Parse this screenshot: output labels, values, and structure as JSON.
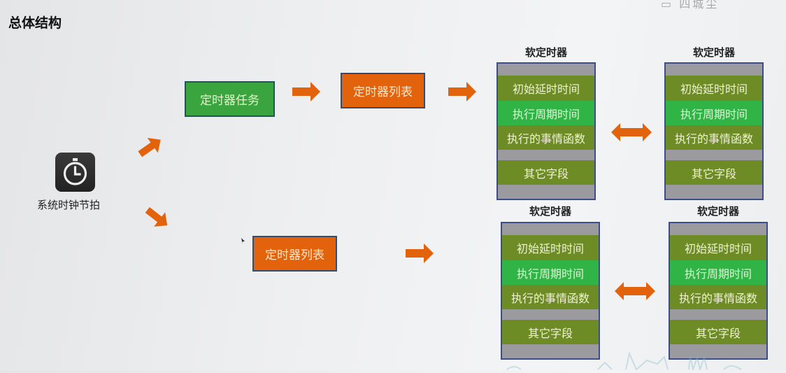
{
  "slide": {
    "title": "总体结构",
    "logo_text": "▭ 四城尘"
  },
  "source": {
    "icon": "stopwatch-icon",
    "label": "系统时钟节拍"
  },
  "branch_top": {
    "task_label": "定时器任务",
    "list_label": "定时器列表"
  },
  "branch_bottom": {
    "list_label": "定时器列表"
  },
  "timers": [
    {
      "title": "软定时器",
      "fields": [
        "初始延时时间",
        "执行周期时间",
        "执行的事情函数",
        "其它字段"
      ]
    },
    {
      "title": "软定时器",
      "fields": [
        "初始延时时间",
        "执行周期时间",
        "执行的事情函数",
        "其它字段"
      ]
    },
    {
      "title": "软定时器",
      "fields": [
        "初始延时时间",
        "执行周期时间",
        "执行的事情函数",
        "其它字段"
      ]
    },
    {
      "title": "软定时器",
      "fields": [
        "初始延时时间",
        "执行周期时间",
        "执行的事情函数",
        "其它字段"
      ]
    }
  ],
  "colors": {
    "arrow": "#e3620c",
    "task_box": "#3aa53f",
    "list_box": "#e3620c",
    "field_olive": "#6e8c25",
    "field_highlight": "#30b446",
    "timer_border": "#3c4d8a",
    "timer_padding": "#9b9b9f"
  }
}
